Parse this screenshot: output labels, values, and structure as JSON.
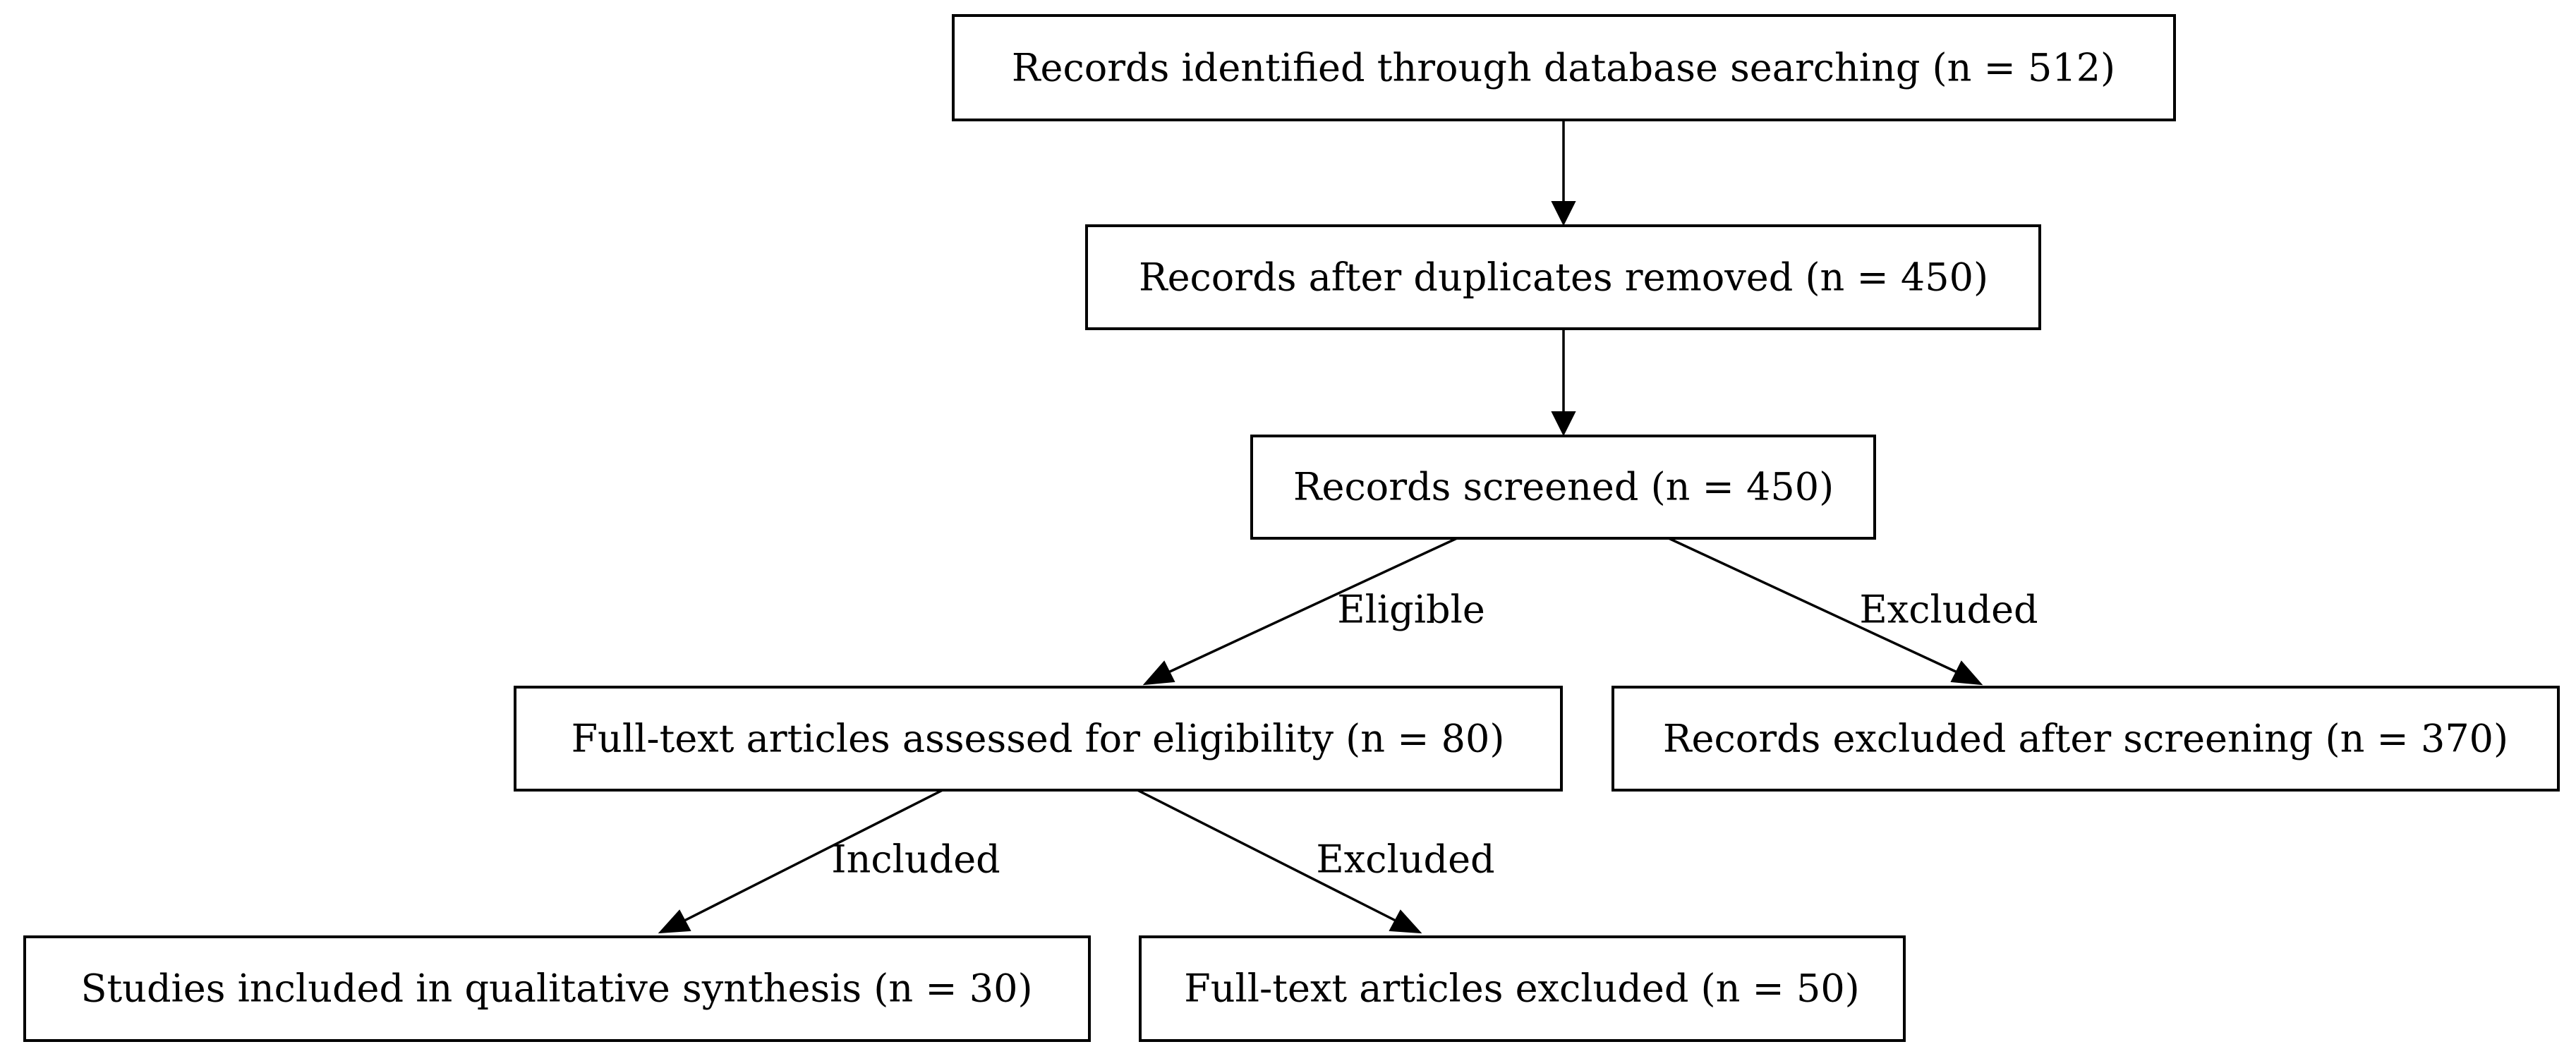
{
  "nodes": {
    "identified": "Records identified through database searching (n = 512)",
    "deduplicated": "Records after duplicates removed (n = 450)",
    "screened": "Records screened (n = 450)",
    "fulltext_assessed": "Full-text articles assessed for eligibility (n = 80)",
    "screen_excluded": "Records excluded after screening (n = 370)",
    "included_synthesis": "Studies included in qualitative synthesis (n = 30)",
    "fulltext_excluded": "Full-text articles excluded (n = 50)"
  },
  "edges": {
    "eligible_label": "Eligible",
    "excluded_label_1": "Excluded",
    "included_label": "Included",
    "excluded_label_2": "Excluded"
  },
  "colors": {
    "stroke": "#000000",
    "background": "#ffffff"
  }
}
